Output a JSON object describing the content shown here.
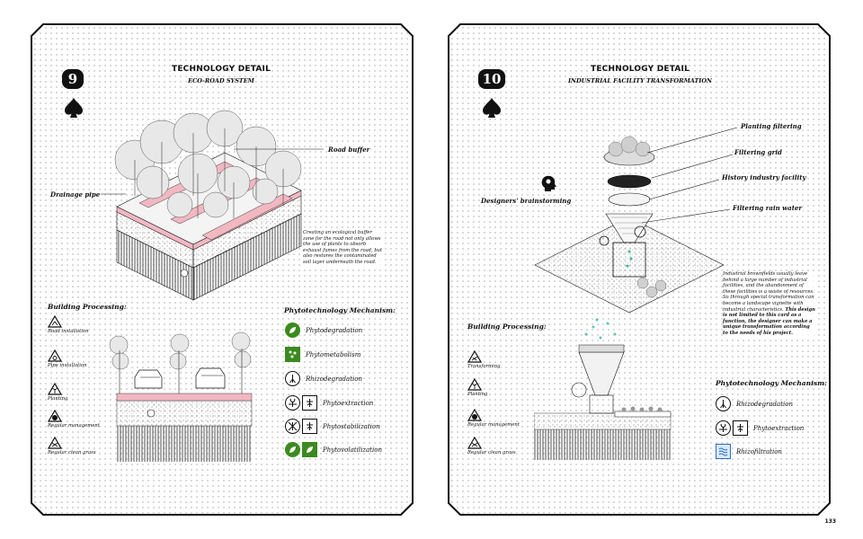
{
  "page_number": "133",
  "left_card": {
    "number": "9",
    "title": "TECHNOLOGY DETAIL",
    "subtitle": "ECO-ROAD SYSTEM",
    "labels": {
      "road_buffer": "Road buffer",
      "drainage_pipe": "Drainage pipe"
    },
    "description": "Creating an ecological buffer zone for the road not only allows the use of plants to absorb exhaust fumes from the road, but also restores the contaminated soil layer underneath the road.",
    "building_processing": {
      "heading": "Building Processing:",
      "items": [
        "Road installation",
        "Pipe installation",
        "Planting",
        "Regular management",
        "Regular clean grass"
      ]
    },
    "mechanism": {
      "heading": "Phytotechnology Mechanism:",
      "items": [
        "Phytodegradation",
        "Phytometabolism",
        "Rhizodegradation",
        "Phytoextraction",
        "Phytostabilization",
        "Phytovolatilization"
      ]
    }
  },
  "right_card": {
    "number": "10",
    "title": "TECHNOLOGY DETAIL",
    "subtitle": "INDUSTRIAL FACILITY TRANSFORMATION",
    "labels": {
      "planting_filtering": "Planting filtering",
      "filtering_grid": "Filtering grid",
      "history_facility": "History industry facility",
      "filtering_rain": "Filtering rain water",
      "brainstorming": "Designers' brainstorming"
    },
    "description_plain": "Industrial brownfields usually leave behind a large number of industrial facilities, and the abandonment of these facilities is a waste of resources. So through special transformation can become a landscape vignette with industrial characteristics.",
    "description_bold": "This design is not limited to this card as a function, the designer can make a unique transformation according to the needs of his project.",
    "building_processing": {
      "heading": "Building Processing:",
      "items": [
        "Transforming",
        "Planting",
        "Regular management",
        "Regular clean grass"
      ]
    },
    "mechanism": {
      "heading": "Phytotechnology Mechanism:",
      "items": [
        "Rhizodegradation",
        "Phytoextraction",
        "Rhizofiltration"
      ]
    }
  },
  "colors": {
    "accent_pink": "#f2b8c2",
    "accent_green": "#3c8a1f",
    "accent_blue": "#2a6fc2",
    "accent_teal": "#3bb5a6"
  }
}
